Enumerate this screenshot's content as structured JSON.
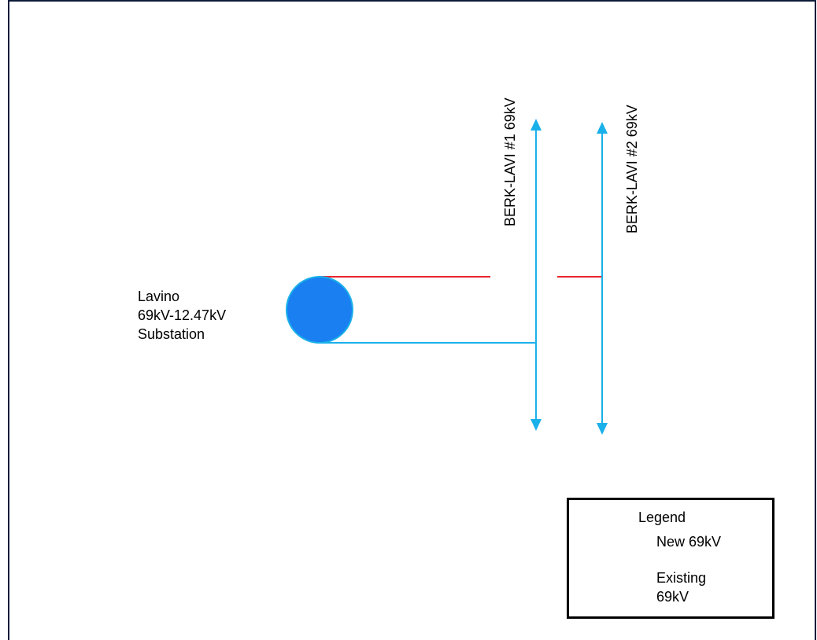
{
  "substation": {
    "line1": "Lavino",
    "line2": "69kV-12.47kV",
    "line3": "Substation"
  },
  "lines": {
    "circuit1_label": "BERK-LAVI #1 69kV",
    "circuit2_label": "BERK-LAVI #2 69kV"
  },
  "legend": {
    "title": "Legend",
    "new_label": "New 69kV",
    "existing_label_line1": "Existing",
    "existing_label_line2": "69kV"
  },
  "colors": {
    "new_line": "#e8262c",
    "existing_line": "#1ab0ea",
    "substation_fill": "#1a7ff0",
    "substation_stroke": "#1ab0ea",
    "frame": "#0d1b3a"
  }
}
